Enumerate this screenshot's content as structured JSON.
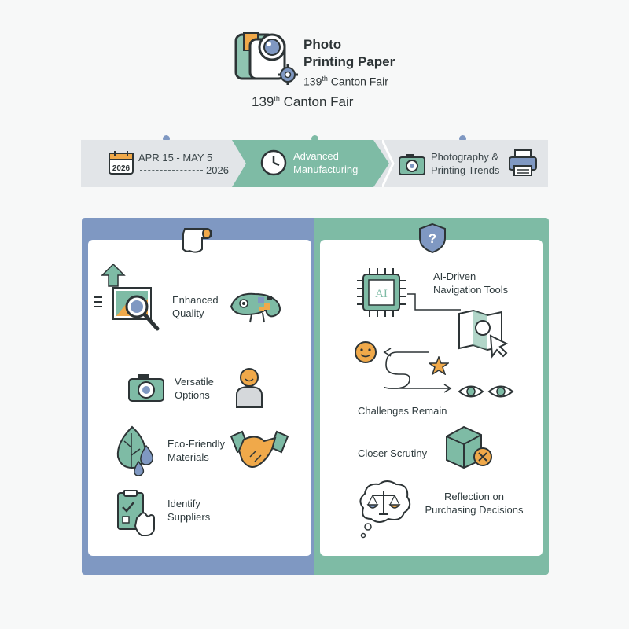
{
  "header": {
    "title_line1": "Photo",
    "title_line2": "Printing Paper",
    "title_sub_num": "139",
    "title_sub_sup": "th",
    "title_sub_rest": " Canton Fair",
    "subtitle_num": "139",
    "subtitle_sup": "th",
    "subtitle_rest": " Canton Fair"
  },
  "timeline": {
    "date_range": "APR 15 - MAY 5",
    "year": "2026",
    "calendar_year": "2026",
    "middle_line1": "Advanced",
    "middle_line2": "Manufacturing",
    "right_line1": "Photography &",
    "right_line2": "Printing Trends"
  },
  "left_panel": {
    "items": [
      {
        "line1": "Enhanced",
        "line2": "Quality"
      },
      {
        "line1": "Versatile",
        "line2": "Options"
      },
      {
        "line1": "Eco-Friendly",
        "line2": "Materials"
      },
      {
        "line1": "Identify",
        "line2": "Suppliers"
      }
    ]
  },
  "right_panel": {
    "ai_chip_label": "AI",
    "ai_line1": "AI-Driven",
    "ai_line2": "Navigation Tools",
    "challenges": "Challenges Remain",
    "scrutiny": "Closer Scrutiny",
    "reflection_line1": "Reflection on",
    "reflection_line2": "Purchasing Decisions"
  },
  "colors": {
    "blue": "#7f98c2",
    "teal": "#7ebba5",
    "orange": "#f0a94a",
    "dark": "#2d3436"
  }
}
